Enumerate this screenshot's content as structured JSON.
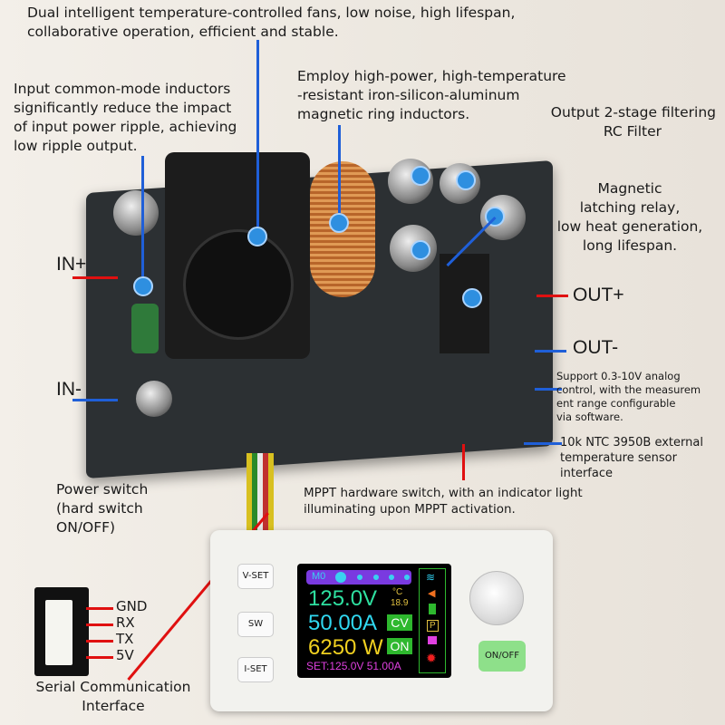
{
  "captions": {
    "fans": [
      "Dual intelligent temperature-controlled fans, low noise, high lifespan,",
      "collaborative operation, efficient and stable."
    ],
    "inductors": [
      "Input common-mode inductors",
      "significantly reduce the impact",
      "of input power ripple, achieving",
      "low ripple output."
    ],
    "ring": [
      "Employ high-power, high-temperature",
      "-resistant iron-silicon-aluminum",
      "magnetic ring inductors."
    ],
    "filter": [
      "Output 2-stage filtering",
      "RC Filter"
    ],
    "relay": [
      "Magnetic",
      "latching relay,",
      "low heat generation,",
      "long lifespan."
    ],
    "analog": [
      "Support 0.3-10V analog",
      "control, with the measurem",
      "ent range configurable",
      "via software."
    ],
    "ntc": [
      "10k NTC 3950B external",
      "temperature sensor",
      "interface"
    ],
    "switch": [
      "Power switch",
      "(hard switch",
      "ON/OFF)"
    ],
    "mppt": [
      "MPPT hardware switch, with an indicator light",
      "illuminating upon MPPT activation."
    ],
    "serial": [
      "Serial Communication",
      "Interface"
    ]
  },
  "terminals": {
    "in_plus": "IN+",
    "in_minus": "IN-",
    "out_plus": "OUT+",
    "out_minus": "OUT-"
  },
  "serial_pins": [
    "GND",
    "RX",
    "TX",
    "5V"
  ],
  "module": {
    "vset": "V-SET",
    "sw": "SW",
    "iset": "I-SET",
    "onoff": "ON/OFF"
  },
  "lcd": {
    "mode": "M0",
    "voltage": "125.0V",
    "current": "50.00A",
    "power": "6250 W",
    "temp": "18.9",
    "temp_unit": "°C",
    "cv": "CV",
    "on": "ON",
    "set": "SET:125.0V 51.00A",
    "p_icon": "P"
  },
  "colors": {
    "callout": "#1f5fd8",
    "terminal": "#e01010",
    "voltage": "#2ee0a0",
    "current": "#30d8f0",
    "power": "#f0d020",
    "set": "#e040e0"
  }
}
